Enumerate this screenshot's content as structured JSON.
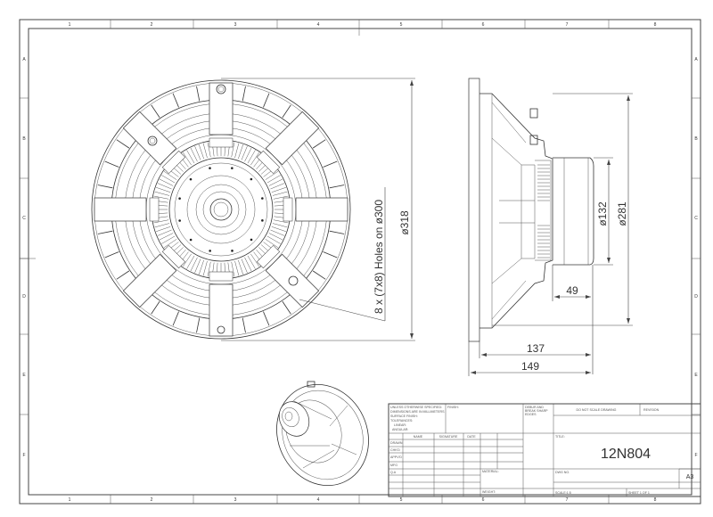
{
  "sheet": {
    "columns": [
      "1",
      "2",
      "3",
      "4",
      "5",
      "6",
      "7",
      "8"
    ],
    "rows": [
      "A",
      "B",
      "C",
      "D",
      "E",
      "F"
    ]
  },
  "front_view": {
    "diameter_label": "ø318",
    "holes_label": "8 x (7x8) Holes on ø300"
  },
  "side_view": {
    "outer_diameter_label": "ø281",
    "magnet_diameter_label": "ø132",
    "magnet_depth_label": "49",
    "basket_depth_label": "137",
    "overall_depth_label": "149"
  },
  "title_block": {
    "tolerance_note": [
      "UNLESS OTHERWISE SPECIFIED:",
      "DIMENSIONS ARE IN MILLIMETERS",
      "SURFACE FINISH:",
      "TOLERANCES:",
      "LINEAR:",
      "ANGULAR:"
    ],
    "finish": "FINISH:",
    "deburr": [
      "DEBUR AND",
      "BREAK SHARP",
      "EDGES"
    ],
    "do_not_scale": "DO NOT SCALE DRAWING",
    "revision": "REVISION",
    "col_name": "NAME",
    "col_signature": "SIGNATURE",
    "col_date": "DATE",
    "row_drawn": "DRAWN",
    "row_chkd": "CHK'D",
    "row_appvd": "APPV'D",
    "row_mfg": "MFG",
    "row_qa": "Q.A",
    "material": "MATERIAL:",
    "weight": "WEIGHT:",
    "title_label": "TITLE:",
    "title": "12N804",
    "dwg_no": "DWG NO.",
    "size": "A3",
    "scale": "SCALE:1:5",
    "sheet": "SHEET 1 OF 1"
  }
}
